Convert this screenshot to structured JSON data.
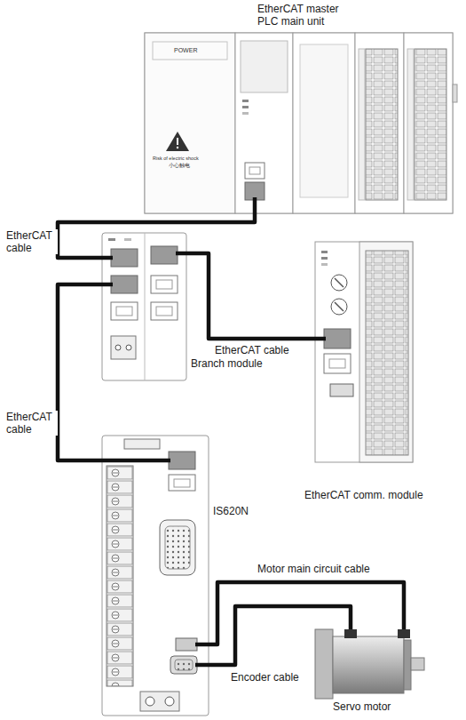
{
  "diagram": {
    "nodes": [
      {
        "text": [
          "EtherCAT master PLC main unit"
        ]
      },
      {
        "text": [
          "Branch module"
        ]
      },
      {
        "text": [
          "EtherCAT comm. module"
        ]
      },
      {
        "text": [
          "IS620N"
        ]
      },
      {
        "text": [
          "Servo motor"
        ]
      }
    ],
    "edges": [
      {
        "from": 0,
        "to": 1,
        "arrow": "none",
        "label": "EtherCAT cable"
      },
      {
        "from": 1,
        "to": 2,
        "arrow": "none",
        "label": "EtherCAT cable"
      },
      {
        "from": 1,
        "to": 3,
        "arrow": "none",
        "label": "EtherCAT cable"
      },
      {
        "from": 3,
        "to": 4,
        "arrow": "none",
        "label": "Motor main circuit cable"
      },
      {
        "from": 3,
        "to": 4,
        "arrow": "none",
        "label": "Encoder cable"
      }
    ],
    "labels": [
      "POWER",
      "Risk of electric shock",
      "小心触电"
    ]
  }
}
